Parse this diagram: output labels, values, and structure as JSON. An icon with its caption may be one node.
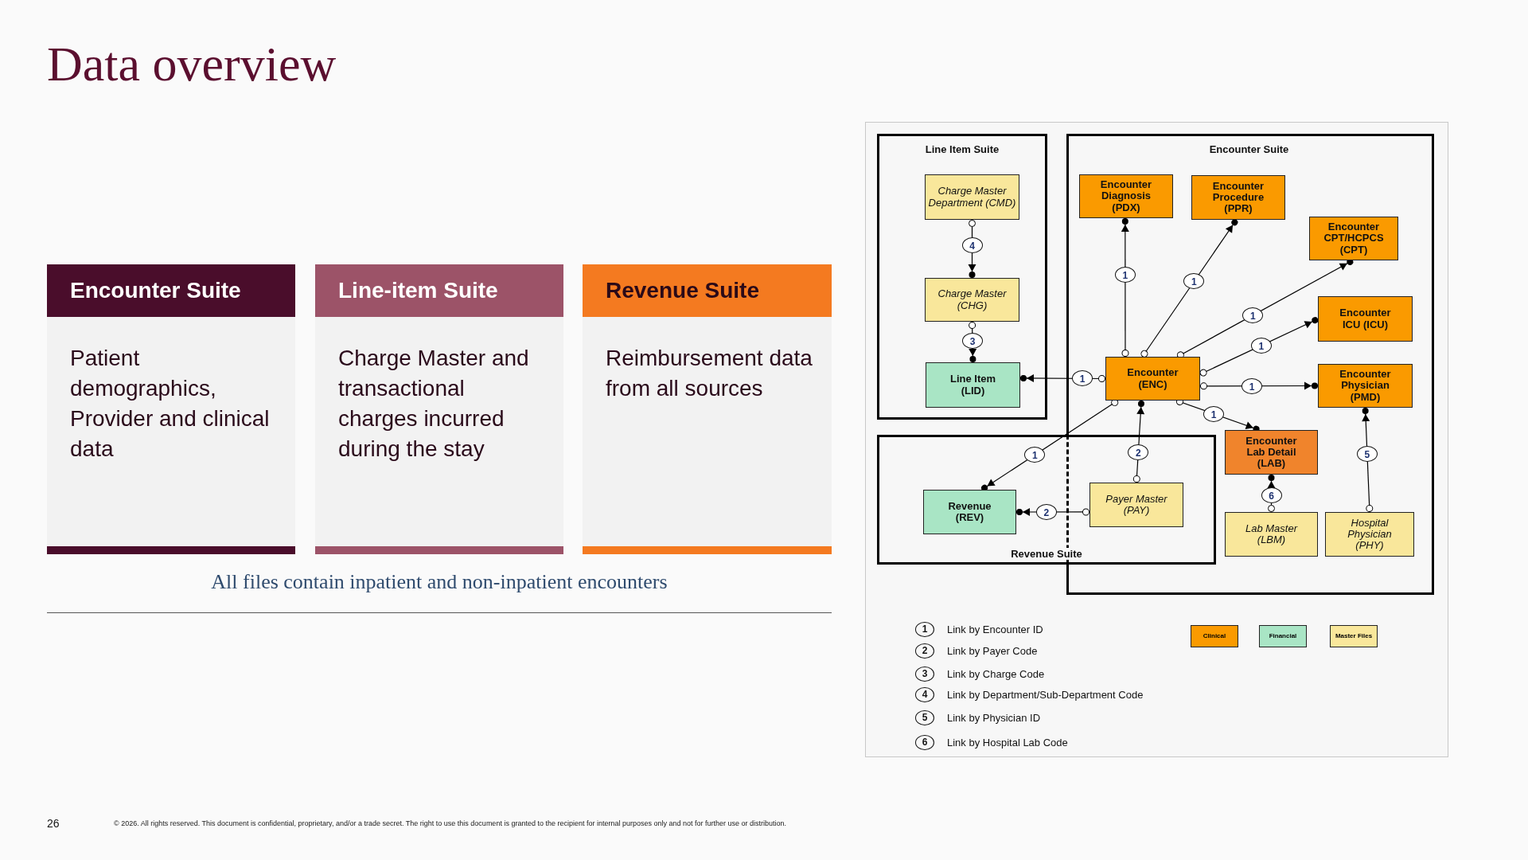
{
  "diagram": {
    "title": "Data overview",
    "nodes": [
      {
        "text": [
          "Encounter Suite",
          "Patient demographics, Provider and clinical data"
        ]
      },
      {
        "text": [
          "Line-item Suite",
          "Charge Master and transactional charges incurred during the stay"
        ]
      },
      {
        "text": [
          "Revenue Suite",
          "Reimbursement data from all sources"
        ]
      },
      {
        "text": [
          "Line Item Suite"
        ]
      },
      {
        "text": [
          "Charge Master Department (CMD)"
        ],
        "in": 3
      },
      {
        "text": [
          "Charge Master (CHG)"
        ],
        "in": 3
      },
      {
        "text": [
          "Line Item (LID)"
        ],
        "in": 3
      },
      {
        "text": [
          "Encounter Suite"
        ]
      },
      {
        "text": [
          "Encounter Diagnosis (PDX)"
        ],
        "in": 7
      },
      {
        "text": [
          "Encounter Procedure (PPR)"
        ],
        "in": 7
      },
      {
        "text": [
          "Encounter CPT/HCPCS (CPT)"
        ],
        "in": 7
      },
      {
        "text": [
          "Encounter ICU (ICU)"
        ],
        "in": 7
      },
      {
        "text": [
          "Encounter (ENC)"
        ],
        "in": 7
      },
      {
        "text": [
          "Encounter Physician (PMD)"
        ],
        "in": 7
      },
      {
        "text": [
          "Encounter Lab Detail (LAB)"
        ],
        "in": 7
      },
      {
        "text": [
          "Lab Master (LBM)"
        ],
        "in": 7
      },
      {
        "text": [
          "Hospital Physician (PHY)"
        ],
        "in": 7
      },
      {
        "text": [
          "Revenue Suite"
        ]
      },
      {
        "text": [
          "Revenue (REV)"
        ],
        "in": 17
      },
      {
        "text": [
          "Payer Master (PAY)"
        ]
      }
    ],
    "edges": [
      {
        "from": 4,
        "to": 5,
        "arrow": "to",
        "label": "4"
      },
      {
        "from": 5,
        "to": 6,
        "arrow": "to",
        "label": "3"
      },
      {
        "from": 12,
        "to": 6,
        "arrow": "to",
        "label": "1"
      },
      {
        "from": 12,
        "to": 8,
        "arrow": "to",
        "label": "1"
      },
      {
        "from": 12,
        "to": 9,
        "arrow": "to",
        "label": "1"
      },
      {
        "from": 12,
        "to": 10,
        "arrow": "to",
        "label": "1"
      },
      {
        "from": 12,
        "to": 11,
        "arrow": "to",
        "label": "1"
      },
      {
        "from": 12,
        "to": 13,
        "arrow": "to",
        "label": "1"
      },
      {
        "from": 12,
        "to": 14,
        "arrow": "to",
        "label": "1"
      },
      {
        "from": 12,
        "to": 18,
        "arrow": "to",
        "label": "1"
      },
      {
        "from": 19,
        "to": 12,
        "arrow": "to",
        "label": "2"
      },
      {
        "from": 19,
        "to": 18,
        "arrow": "to",
        "label": "2"
      },
      {
        "from": 15,
        "to": 14,
        "arrow": "to",
        "label": "6"
      },
      {
        "from": 16,
        "to": 13,
        "arrow": "to",
        "label": "5"
      }
    ],
    "labels": [
      "All files contain inpatient and non-inpatient encounters",
      "1",
      "2",
      "3",
      "4",
      "5",
      "6",
      "26",
      "© 2026. All rights reserved. This document is confidential, proprietary, and/or a trade secret. The right to use this document is granted to the recipient for internal purposes only and not for further use or distribution."
    ],
    "legend": [
      {
        "text": "Link by Encounter ID"
      },
      {
        "text": "Link by Payer Code"
      },
      {
        "text": "Link by Charge Code"
      },
      {
        "text": "Link by Department/Sub-Department Code"
      },
      {
        "text": "Link by Physician ID"
      },
      {
        "text": "Link by Hospital Lab Code"
      },
      {
        "text": "Clinical",
        "color": "#fa9a00"
      },
      {
        "text": "Financial",
        "color": "#a9e5c5"
      },
      {
        "text": "Master Files",
        "color": "#f9e79b"
      }
    ]
  }
}
